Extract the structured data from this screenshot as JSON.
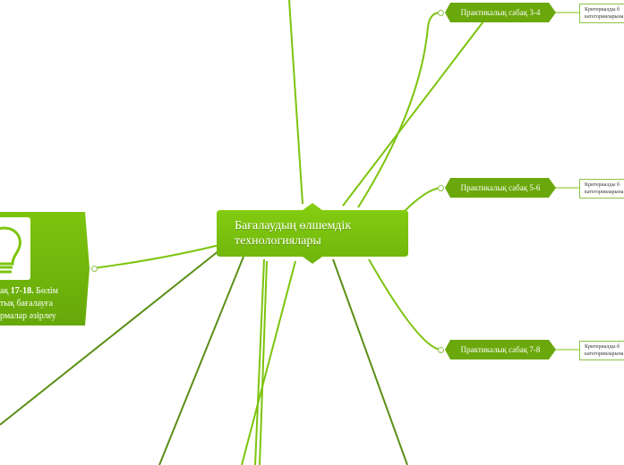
{
  "map": {
    "central": {
      "line1": "Бағалаудың өлшемдік",
      "line2": "технологиялары"
    },
    "branches": [
      {
        "label": "Практикалық сабақ 3-4",
        "note_line1": "Критериалды б",
        "note_line2": "категорияларына"
      },
      {
        "label": "Практикалық сабақ 5-6",
        "note_line1": "Критериалды б",
        "note_line2": "категорияларына"
      },
      {
        "label": "Практикалық сабақ 7-8",
        "note_line1": "Критериалды б",
        "note_line2": "категорияларына"
      }
    ],
    "left_card": {
      "line1_prefix": "ақ ",
      "line1_bold": "17-18.",
      "line1_suffix": " Бөлім",
      "line2": "тық бағалауға",
      "line3": "рмалар әзірлеу",
      "icon": "lightbulb-icon"
    },
    "colors": {
      "dark_green": "#4f8a10",
      "light_green": "#8bc34a",
      "node_green": "#6aa80c",
      "central_green": "#7cc40e"
    }
  }
}
